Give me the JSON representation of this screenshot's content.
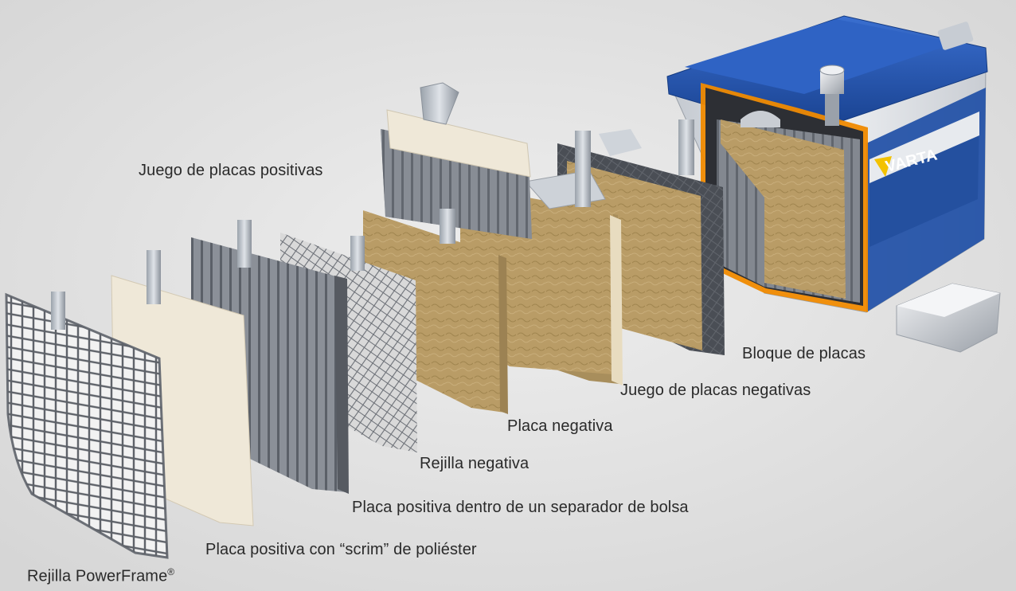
{
  "labels": {
    "positive_plate_set": "Juego de placas positivas",
    "plate_block": "Bloque de placas",
    "negative_plate_set": "Juego de placas negativas",
    "negative_plate": "Placa negativa",
    "negative_grid": "Rejilla negativa",
    "positive_plate_in_bag_separator": "Placa positiva dentro de un separador de bolsa",
    "positive_plate_with_scrim": "Placa positiva con “scrim” de poliéster",
    "powerframe_grid": "Rejilla PowerFrame",
    "powerframe_registered": "®"
  },
  "battery": {
    "brand": "VARTA",
    "lid_color": "#1f4fa6",
    "case_color": "#d9dde3",
    "accent_orange": "#f08a00"
  },
  "colors": {
    "background": "#e2e2e2",
    "paste_tan": "#b79a63",
    "grid_grey": "#8a8f97",
    "scrim_cream": "#efe8d8"
  }
}
